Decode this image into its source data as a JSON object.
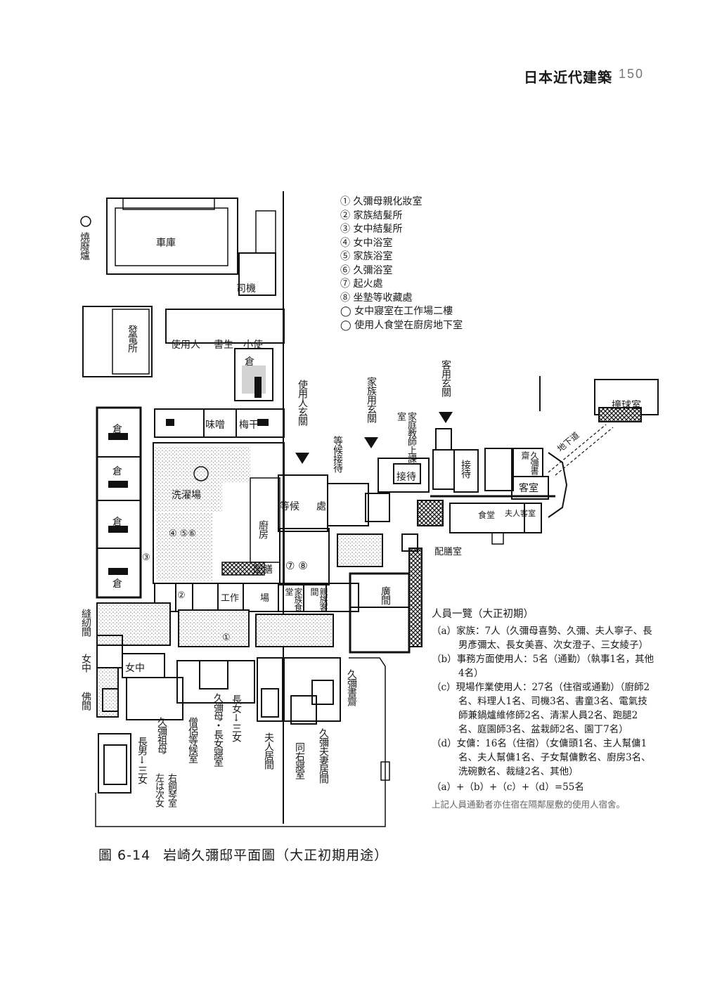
{
  "header": {
    "book_title": "日本近代建築",
    "page_number": "150"
  },
  "legend": [
    "① 久彌母親化妝室",
    "② 家族結髮所",
    "③ 女中結髮所",
    "④ 女中浴室",
    "⑤ 家族浴室",
    "⑥ 久彌浴室",
    "⑦ 起火處",
    "⑧ 坐墊等收藏處",
    "◯ 女中寢室在工作場二樓",
    "◯ 使用人食堂在廚房地下室"
  ],
  "plan_labels": {
    "incinerator": "燒廢爐",
    "garage": "車庫",
    "driver": "司機",
    "power_house": "發電所",
    "servants": "使用人",
    "secretary": "書生",
    "errand": "小使",
    "storehouse": "倉",
    "miso": "味噌",
    "umeboshi": "梅干",
    "laundry": "洗濯場",
    "kitchen": "廚房",
    "serving": "配膳",
    "waiting": "等候",
    "place": "處",
    "servants_entrance": "使用人玄關",
    "waiting_reception": "等候接待",
    "family_entrance": "家族用玄關",
    "guest_entrance": "客用玄關",
    "tutor_classroom": "家庭教師上課室",
    "reception": "接待",
    "hisaya_study_west": "久彌書齋",
    "guest_room": "客室",
    "dining": "食堂",
    "madam_guest": "夫人客室",
    "serving_room": "配膳室",
    "billiard": "撞球室",
    "underground_passage": "地下道",
    "workshop": "工作",
    "field": "場",
    "family_dining": "家族食堂",
    "relatives_room": "親族客間",
    "wide_hall": "廣間",
    "sewing_room": "縫紉間",
    "maid": "女中",
    "buddhist_room": "佛間",
    "grandmother": "久彌祖母",
    "monk_waiting": "僧侶等候室",
    "mother_bedroom": "久彌母・長女寢室",
    "eldest_daughter": "長女↓三女",
    "eldest_son": "長男↓三女",
    "right_piano": "右鋼琴室",
    "left_second_daughter": "左は次女",
    "madam_living": "夫人居間",
    "same_bedroom": "同右寢室",
    "couple_living": "久彌夫妻居間",
    "hisaya_study": "久彌書齋"
  },
  "staff": {
    "title": "人員一覽（大正初期）",
    "items": [
      "（a）家族：7人（久彌母喜勢、久彌、夫人寧子、長男彥彌太、長女美喜、次女澄子、三女綾子）",
      "（b）事務方面使用人：5名（通勤）（執事1名，其他4名）",
      "（c）現場作業使用人：27名（住宿或通勤）（廚師2名、料理人1名、司機3名、書童3名、電氣技師兼鍋爐維修師2名、清潔人員2名、跑腿2名、庭園師3名、盆栽師2名、園丁7名）",
      "（d）女傭：16名（住宿）（女傭頭1名、主人幫傭1名、夫人幫傭1名、子女幫傭數名、廚房3名、洗碗數名、裁縫2名、其他）"
    ],
    "total": "（a）+（b）+（c）+（d）=55名",
    "note": "上記人員通勤者亦住宿在隔鄰屋敷的使用人宿舍。"
  },
  "caption": {
    "figure_number": "圖 6-14",
    "figure_title": "岩崎久彌邸平面圖（大正初期用途）"
  }
}
